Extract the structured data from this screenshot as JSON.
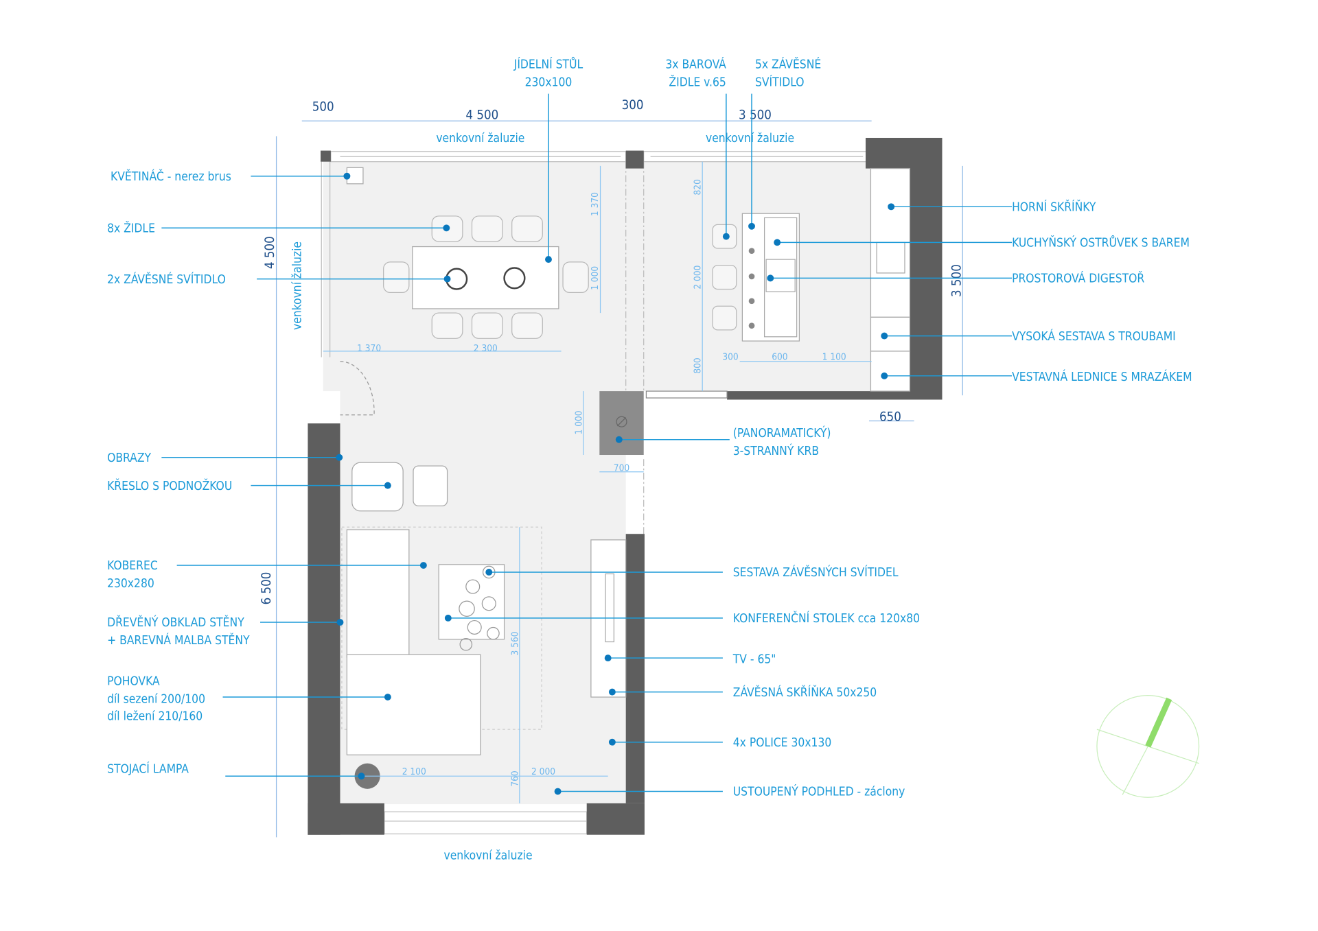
{
  "blinds_label": "venkovní žaluzie",
  "dimensions": {
    "top": [
      "500",
      "4 500",
      "300",
      "3 500"
    ],
    "left": [
      "4 500",
      "6 500"
    ],
    "right": "3 500",
    "kitchen_depth": "650"
  },
  "interior_dimensions": {
    "dining_top": "1 370",
    "dining_table_depth": "1 000",
    "dining_left": "1 370",
    "dining_table_length": "2 300",
    "kitchen_top": "820",
    "kitchen_island": "2 000",
    "kitchen_bottom": "800",
    "island_bar": "300",
    "island_width": "600",
    "island_gap": "1 100",
    "fireplace_depth": "1 000",
    "fireplace_width": "700",
    "living_depth": "3 560",
    "living_bottom": "760",
    "living_left": "2 100",
    "living_right": "2 000"
  },
  "top_labels": [
    {
      "lines": [
        "JÍDELNÍ STŮL",
        "230x100"
      ]
    },
    {
      "lines": [
        "3x BAROVÁ",
        "ŽIDLE v.65"
      ]
    },
    {
      "lines": [
        "5x ZÁVĚSNÉ",
        "SVÍTIDLO"
      ]
    }
  ],
  "left_labels": [
    {
      "lines": [
        "KVĚTINÁČ - nerez brus"
      ]
    },
    {
      "lines": [
        "8x ŽIDLE"
      ]
    },
    {
      "lines": [
        "2x ZÁVĚSNÉ  SVÍTIDLO"
      ]
    },
    {
      "lines": [
        "OBRAZY"
      ]
    },
    {
      "lines": [
        "KŘESLO S PODNOŽKOU"
      ]
    },
    {
      "lines": [
        "KOBEREC",
        "230x280"
      ]
    },
    {
      "lines": [
        "DŘEVĚNÝ OBKLAD STĚNY",
        "+ BAREVNÁ MALBA STĚNY"
      ]
    },
    {
      "lines": [
        "POHOVKA",
        "díl sezení 200/100",
        "díl ležení 210/160"
      ]
    },
    {
      "lines": [
        "STOJACÍ LAMPA"
      ]
    }
  ],
  "right_labels": [
    {
      "lines": [
        "HORNÍ SKŘÍŇKY"
      ]
    },
    {
      "lines": [
        "KUCHYŇSKÝ OSTRŮVEK S BAREM"
      ]
    },
    {
      "lines": [
        "PROSTOROVÁ DIGESTOŘ"
      ]
    },
    {
      "lines": [
        "VYSOKÁ SESTAVA S TROUBAMI"
      ]
    },
    {
      "lines": [
        "VESTAVNÁ LEDNICE S MRAZÁKEM"
      ]
    },
    {
      "lines": [
        "(PANORAMATICKÝ)",
        "3-STRANNÝ KRB"
      ]
    },
    {
      "lines": [
        "SESTAVA ZÁVĚSNÝCH SVÍTIDEL"
      ]
    },
    {
      "lines": [
        "KONFERENČNÍ STOLEK cca 120x80"
      ]
    },
    {
      "lines": [
        "TV - 65\""
      ]
    },
    {
      "lines": [
        "ZÁVĚSNÁ SKŘÍŇKA 50x250"
      ]
    },
    {
      "lines": [
        "4x POLICE 30x130"
      ]
    },
    {
      "lines": [
        "USTOUPENÝ PODHLED - záclony"
      ]
    }
  ],
  "colors": {
    "label": "#1b9ad8",
    "dot": "#0a78bd",
    "wall": "#5e5e5e",
    "floor": "#f1f1f1",
    "dimension": "#1f4f8a",
    "compass": "#8fdc6a"
  }
}
